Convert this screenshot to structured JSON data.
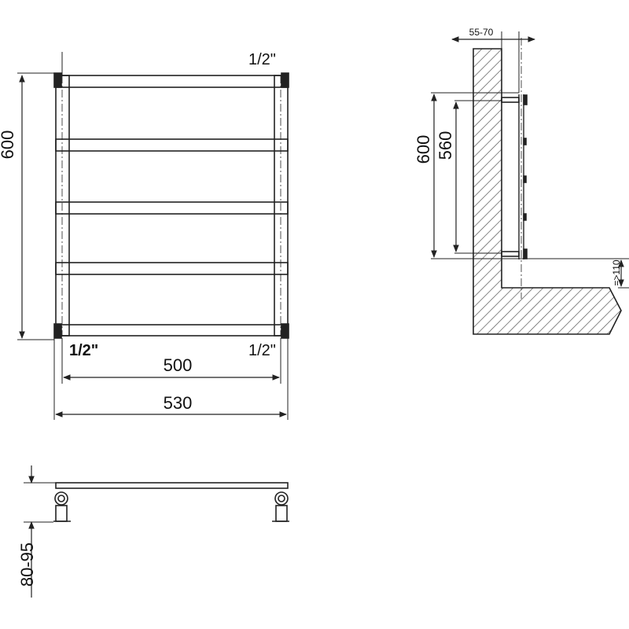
{
  "front_view": {
    "height_label": "600",
    "connection_top_right": "1/2\"",
    "connection_bottom_left": "1/2\"",
    "connection_bottom_right": "1/2\"",
    "axis_width_label": "500",
    "overall_width_label": "530"
  },
  "side_view": {
    "wall_gap_label": "55-70",
    "overall_height_label": "600",
    "axis_height_label": "560",
    "floor_clearance_label": "=>110"
  },
  "top_view": {
    "depth_label": "80-95"
  },
  "colors": {
    "line": "#222222",
    "hatch": "#555555",
    "background": "#ffffff"
  }
}
